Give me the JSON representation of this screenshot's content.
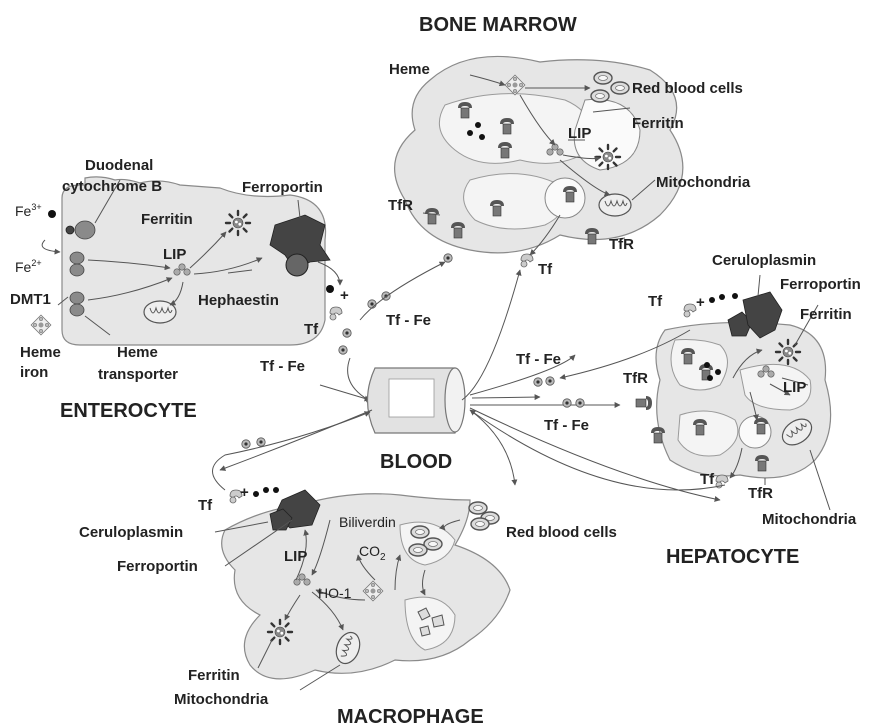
{
  "titles": {
    "bone_marrow": "BONE MARROW",
    "enterocyte": "ENTEROCYTE",
    "blood": "BLOOD",
    "hepatocyte": "HEPATOCYTE",
    "macrophage": "MACROPHAGE"
  },
  "bone_marrow": {
    "heme": "Heme",
    "red_blood_cells": "Red blood cells",
    "lip": "LIP",
    "ferritin": "Ferritin",
    "mitochondria": "Mitochondria",
    "tfr_left": "TfR",
    "tfr_right": "TfR",
    "tf": "Tf"
  },
  "enterocyte": {
    "fe3": "Fe",
    "fe3_sup": "3+",
    "fe2": "Fe",
    "fe2_sup": "2+",
    "dcytb_line1": "Duodenal",
    "dcytb_line2": "cytochrome B",
    "ferritin": "Ferritin",
    "ferroportin": "Ferroportin",
    "lip": "LIP",
    "dmt1": "DMT1",
    "hephaestin": "Hephaestin",
    "heme_iron_line1": "Heme",
    "heme_iron_line2": "iron",
    "heme_transporter_line1": "Heme",
    "heme_transporter_line2": "transporter"
  },
  "blood_side": {
    "tf": "Tf",
    "tf_fe_left": "Tf - Fe",
    "tf_fe_top": "Tf - Fe",
    "plus": "+"
  },
  "hepatocyte": {
    "ceruloplasmin": "Ceruloplasmin",
    "ferroportin": "Ferroportin",
    "ferritin": "Ferritin",
    "tf_top": "Tf",
    "plus": "+",
    "tf_fe_upper": "Tf - Fe",
    "tf_fe_lower": "Tf - Fe",
    "tfr_upper": "TfR",
    "lip": "LIP",
    "tf_lower": "Tf",
    "tfr_lower": "TfR",
    "mitochondria": "Mitochondria"
  },
  "macrophage": {
    "tf": "Tf",
    "plus": "+",
    "ceruloplasmin": "Ceruloplasmin",
    "ferroportin": "Ferroportin",
    "biliverdin": "Biliverdin",
    "co2": "CO",
    "co2_sub": "2",
    "lip": "LIP",
    "ho1": "HO-1",
    "red_blood_cells": "Red blood cells",
    "ferritin": "Ferritin",
    "mitochondria": "Mitochondria"
  }
}
